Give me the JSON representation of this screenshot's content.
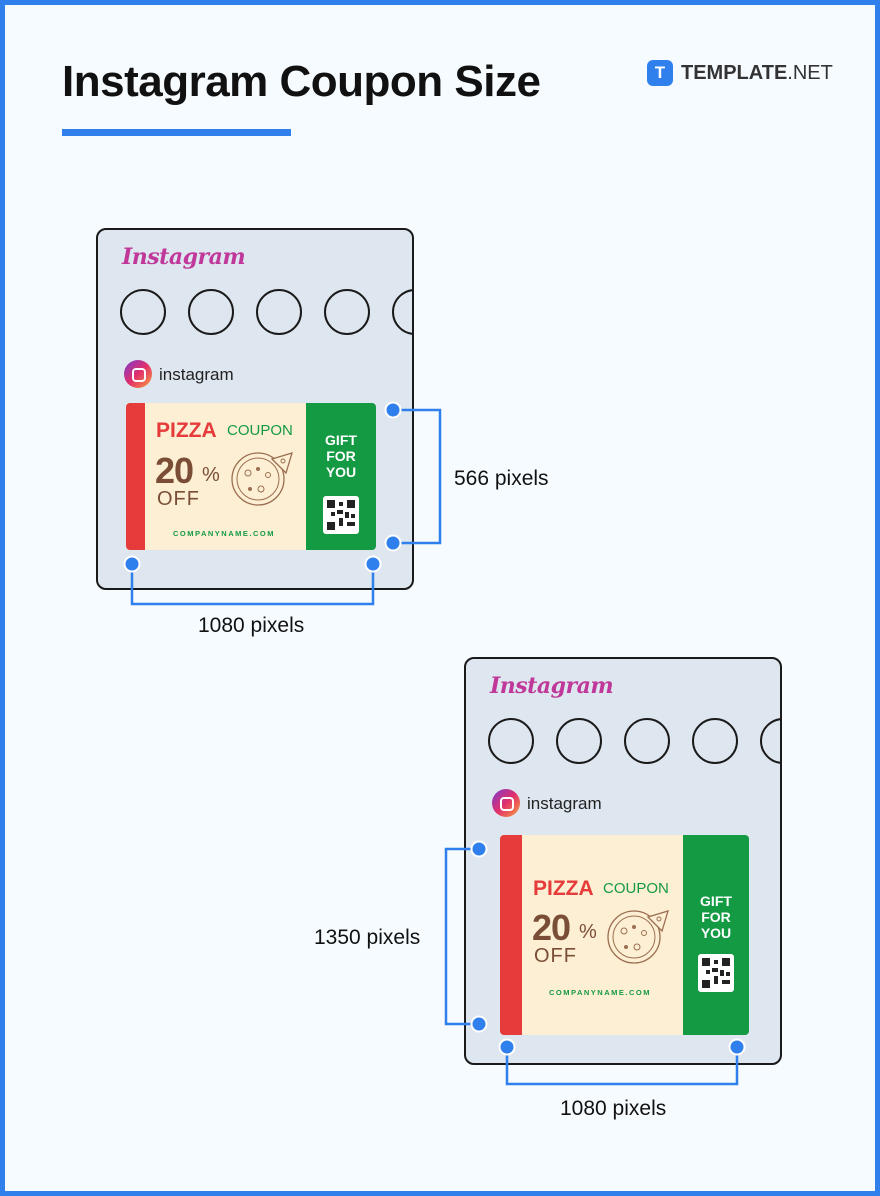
{
  "header": {
    "title": "Instagram Coupon Size",
    "brand_icon_letter": "T",
    "brand_name": "TEMPLATE",
    "brand_suffix": ".NET",
    "accent_color": "#2f80ed"
  },
  "mockups": [
    {
      "app_logo": "Instagram",
      "account_name": "instagram",
      "coupon": {
        "headline": "PIZZA",
        "subhead": "COUPON",
        "discount": "20",
        "percent": "%",
        "off": "OFF",
        "website": "COMPANYNAME.COM",
        "gift_lines": [
          "GIFT",
          "FOR",
          "YOU"
        ],
        "pizza_icon": "pizza-icon",
        "qr_icon": "qr-code-icon"
      },
      "height_label": "566 pixels",
      "width_label": "1080 pixels"
    },
    {
      "app_logo": "Instagram",
      "account_name": "instagram",
      "coupon": {
        "headline": "PIZZA",
        "subhead": "COUPON",
        "discount": "20",
        "percent": "%",
        "off": "OFF",
        "website": "COMPANYNAME.COM",
        "gift_lines": [
          "GIFT",
          "FOR",
          "YOU"
        ],
        "pizza_icon": "pizza-icon",
        "qr_icon": "qr-code-icon"
      },
      "height_label": "1350 pixels",
      "width_label": "1080 pixels"
    }
  ],
  "colors": {
    "coupon_red": "#e53b3b",
    "coupon_green": "#159a44",
    "coupon_cream": "#fdefd4",
    "dimension_blue": "#2f80ed"
  }
}
